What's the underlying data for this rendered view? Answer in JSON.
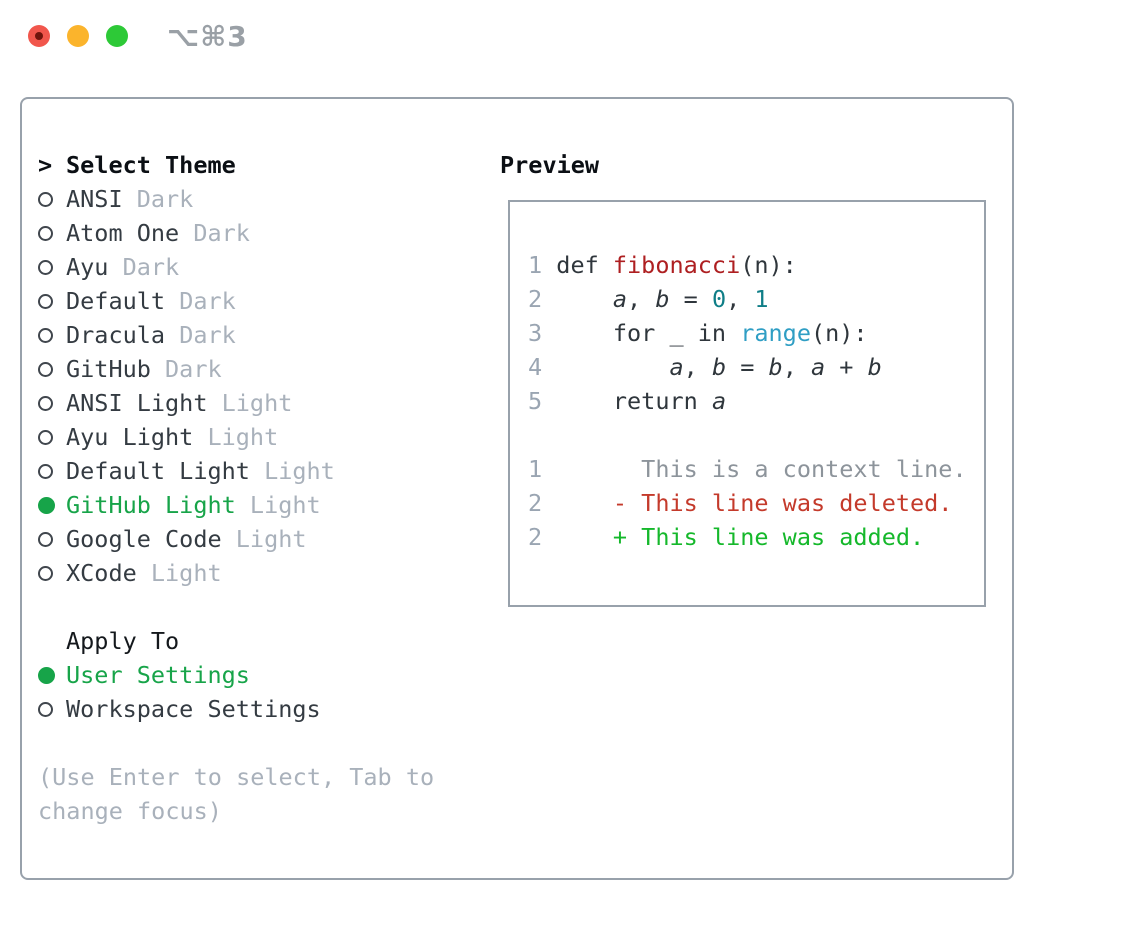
{
  "window": {
    "title": "⌥⌘3",
    "traffic_lights": [
      "close",
      "minimize",
      "zoom"
    ]
  },
  "theme_list": {
    "header_prefix": ">",
    "header": "Select Theme",
    "items": [
      {
        "name": "ANSI",
        "variant": "Dark",
        "selected": false
      },
      {
        "name": "Atom One",
        "variant": "Dark",
        "selected": false
      },
      {
        "name": "Ayu",
        "variant": "Dark",
        "selected": false
      },
      {
        "name": "Default",
        "variant": "Dark",
        "selected": false
      },
      {
        "name": "Dracula",
        "variant": "Dark",
        "selected": false
      },
      {
        "name": "GitHub",
        "variant": "Dark",
        "selected": false
      },
      {
        "name": "ANSI Light",
        "variant": "Light",
        "selected": false
      },
      {
        "name": "Ayu Light",
        "variant": "Light",
        "selected": false
      },
      {
        "name": "Default Light",
        "variant": "Light",
        "selected": false
      },
      {
        "name": "GitHub Light",
        "variant": "Light",
        "selected": true
      },
      {
        "name": "Google Code",
        "variant": "Light",
        "selected": false
      },
      {
        "name": "XCode",
        "variant": "Light",
        "selected": false
      }
    ]
  },
  "apply_to": {
    "header": "Apply To",
    "options": [
      {
        "label": "User Settings",
        "selected": true
      },
      {
        "label": "Workspace Settings",
        "selected": false
      }
    ]
  },
  "help_text": {
    "line1": "(Use Enter to select, Tab to",
    "line2": "change focus)"
  },
  "preview": {
    "header": "Preview",
    "code": [
      {
        "num": "1 ",
        "s0": "def ",
        "s1": "fibonacci",
        "s2": "(n):"
      },
      {
        "num": "2 ",
        "s0": "    ",
        "s1": "a",
        "s2": ", ",
        "s3": "b",
        "s4": " = ",
        "s5": "0",
        "s6": ", ",
        "s7": "1"
      },
      {
        "num": "3 ",
        "s0": "    for _ in ",
        "s1": "range",
        "s2": "(n):"
      },
      {
        "num": "4 ",
        "s0": "        ",
        "s1": "a",
        "s2": ", ",
        "s3": "b",
        "s4": " = ",
        "s5": "b",
        "s6": ", ",
        "s7": "a",
        "s8": " + ",
        "s9": "b"
      },
      {
        "num": "5 ",
        "s0": "    return ",
        "s1": "a"
      }
    ],
    "diff": [
      {
        "num": "1 ",
        "text": "      This is a context line.",
        "kind": "context"
      },
      {
        "num": "2 ",
        "text": "    - This line was deleted.",
        "kind": "deleted"
      },
      {
        "num": "2 ",
        "text": "    + This line was added.",
        "kind": "added"
      }
    ]
  },
  "colors": {
    "panel_border": "#98a1ab",
    "selected_green": "#17a449",
    "muted_gray": "#a9b1bb",
    "line_number_gray": "#9aa5b2",
    "function_red": "#ae1f21",
    "number_teal": "#0f7e87",
    "builtin_blue": "#2f9ec4",
    "diff_deleted_red": "#c43a2b",
    "diff_added_green": "#15b82b",
    "traffic_red": "#f1564c",
    "traffic_yellow": "#fbb42c",
    "traffic_green": "#2dc937"
  }
}
